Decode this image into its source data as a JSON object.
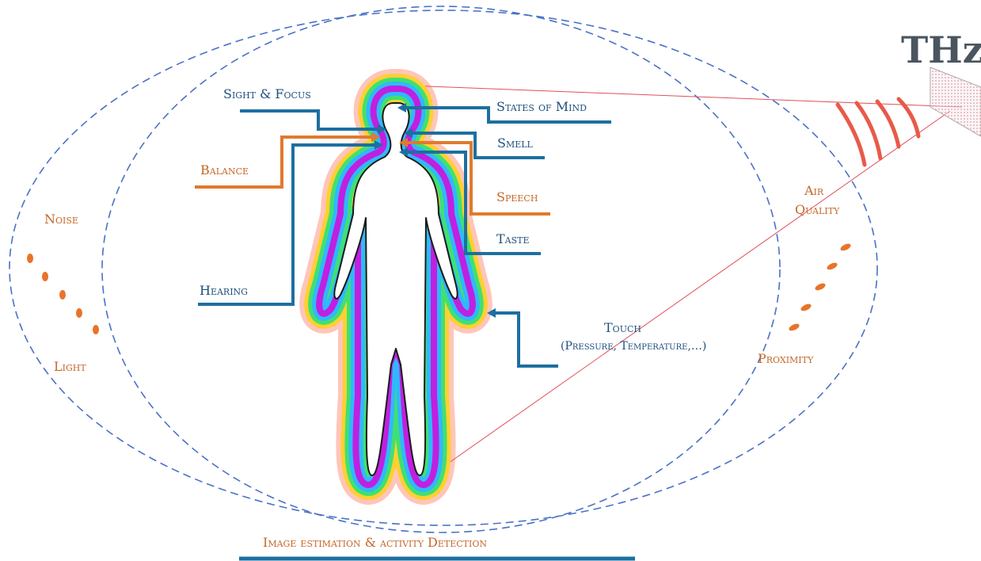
{
  "title": "THz",
  "labels": {
    "sight": "Sight & Focus",
    "states": "States of Mind",
    "smell": "Smell",
    "balance": "Balance",
    "speech": "Speech",
    "taste": "Taste",
    "hearing": "Hearing",
    "touch": "Touch",
    "touch_detail": "(Pressure, Temperature,…)",
    "noise": "Noise",
    "light": "Light",
    "air1": "Air",
    "air2": "Quality",
    "proximity": "Proximity",
    "bottom": "Image estimation & activity Detection"
  },
  "colors": {
    "blue": "#1d4f7c",
    "orange": "#e07a2e",
    "ellipse": "#4a72c4",
    "wave": "#e85a4a",
    "beam": "#e0505a"
  }
}
